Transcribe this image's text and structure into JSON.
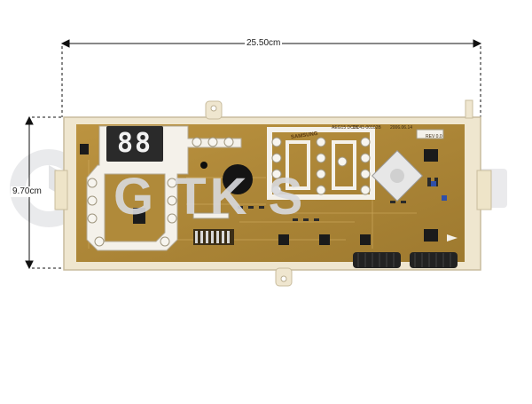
{
  "dimensions": {
    "width_label": "25.50cm",
    "height_label": "9.70cm"
  },
  "watermark": {
    "text": "G  TK  S"
  },
  "display": {
    "digits": "88"
  },
  "board_print": {
    "brand": "SAMSUNG",
    "model": "AEG15 DC05",
    "part": "DC41-00102B",
    "date": "2006.06.14",
    "rev": "REV 0.0"
  },
  "colors": {
    "board_frame": "#efe6cf",
    "pcb": "#b08a3a",
    "component": "#1b1b1b"
  }
}
